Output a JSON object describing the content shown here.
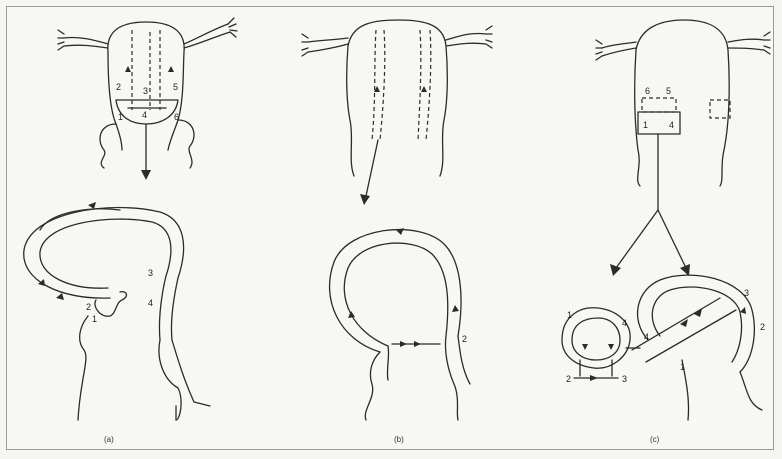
{
  "panels": [
    {
      "caption": "(a)",
      "labels": [
        "2",
        "3",
        "5",
        "1",
        "4",
        "6",
        "3",
        "4",
        "2",
        "1"
      ]
    },
    {
      "caption": "(b)",
      "labels": [
        "2"
      ]
    },
    {
      "caption": "(c)",
      "labels": [
        "6",
        "5",
        "1",
        "4",
        "1",
        "4",
        "2",
        "3",
        "3",
        "2",
        "4",
        "1"
      ]
    }
  ]
}
